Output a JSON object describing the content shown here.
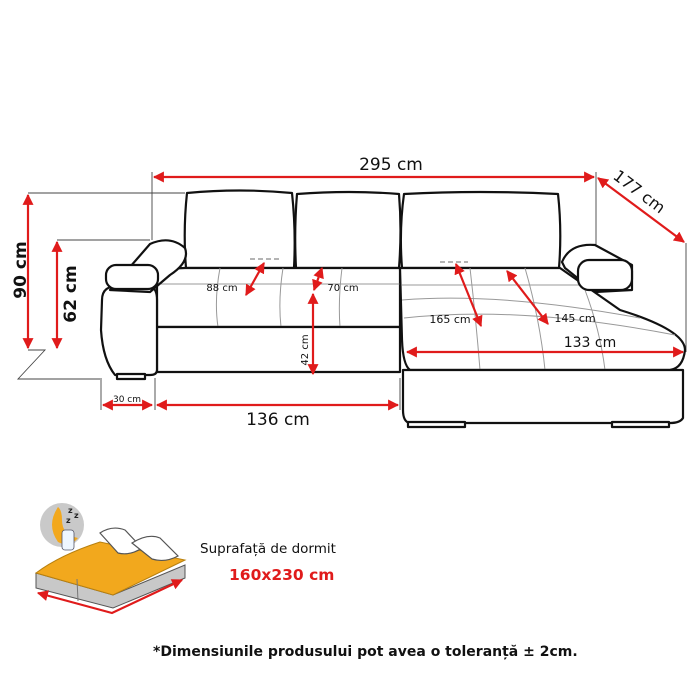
{
  "dimensions": {
    "total_width": "295 cm",
    "chaise_depth": "177 cm",
    "total_height": "90 cm",
    "arm_height": "62 cm",
    "arm_width": "30 cm",
    "seat_width": "136 cm",
    "seat_depth_left": "88 cm",
    "seat_depth_inner": "70 cm",
    "seat_height": "42 cm",
    "chaise_length_outer": "165 cm",
    "chaise_length_inner": "145 cm",
    "chaise_width": "133 cm"
  },
  "sleeping": {
    "label": "Suprafață de dormit",
    "size": "160x230 cm"
  },
  "note": "*Dimensiunile produsului pot avea o toleranță ± 2cm.",
  "icons": [
    "sofa-drawing",
    "bed-icon",
    "moon-sleep-icon"
  ],
  "colors": {
    "dimension": "#e01b1b",
    "mattress": "#f2a81d",
    "text": "#111111"
  }
}
